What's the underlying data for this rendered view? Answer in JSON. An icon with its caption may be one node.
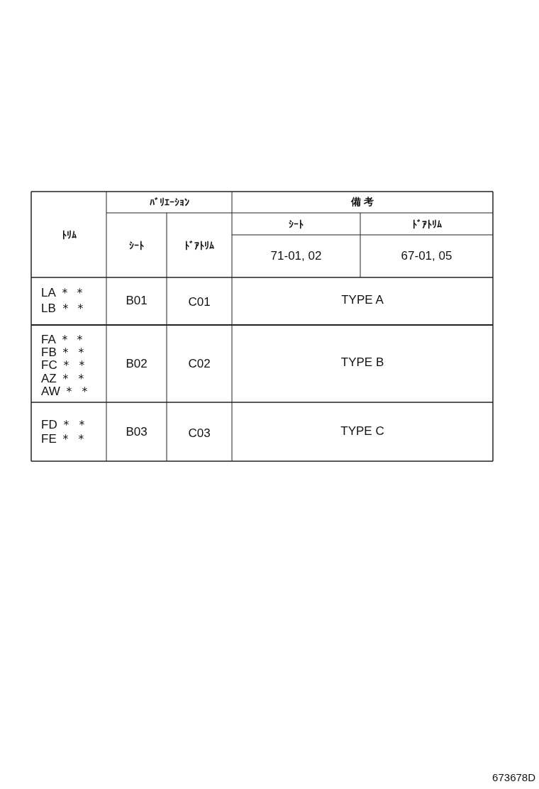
{
  "diagram": {
    "labels": [
      "ﾄﾘﾑ",
      "ﾊﾞﾘｴｰｼｮﾝ",
      "備 考",
      "ｼｰﾄ",
      "ﾄﾞｱﾄﾘﾑ",
      "ｼｰﾄ",
      "ﾄﾞｱﾄﾘﾑ",
      "71-01, 02",
      "67-01, 05",
      "LA ＊ ＊",
      "LB ＊ ＊",
      "B01",
      "C01",
      "TYPE A",
      "FA ＊ ＊",
      "FB ＊ ＊",
      "FC ＊ ＊",
      "AZ ＊ ＊",
      "AW ＊ ＊",
      "B02",
      "C02",
      "TYPE B",
      "FD ＊ ＊",
      "FE ＊ ＊",
      "B03",
      "C03",
      "TYPE C",
      "673678D"
    ]
  }
}
